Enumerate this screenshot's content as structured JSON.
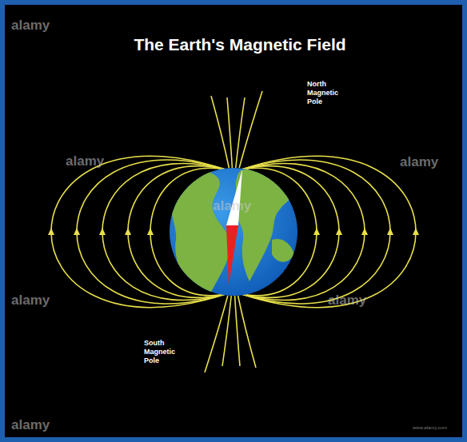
{
  "diagram": {
    "title": "The Earth's Magnetic Field",
    "labels": [
      "North Magnetic Pole",
      "South Magnetic Pole",
      "alamy",
      "alamy",
      "alamy",
      "alamy",
      "alamy",
      "alamy",
      "alamy",
      "www.alamy.com"
    ]
  }
}
